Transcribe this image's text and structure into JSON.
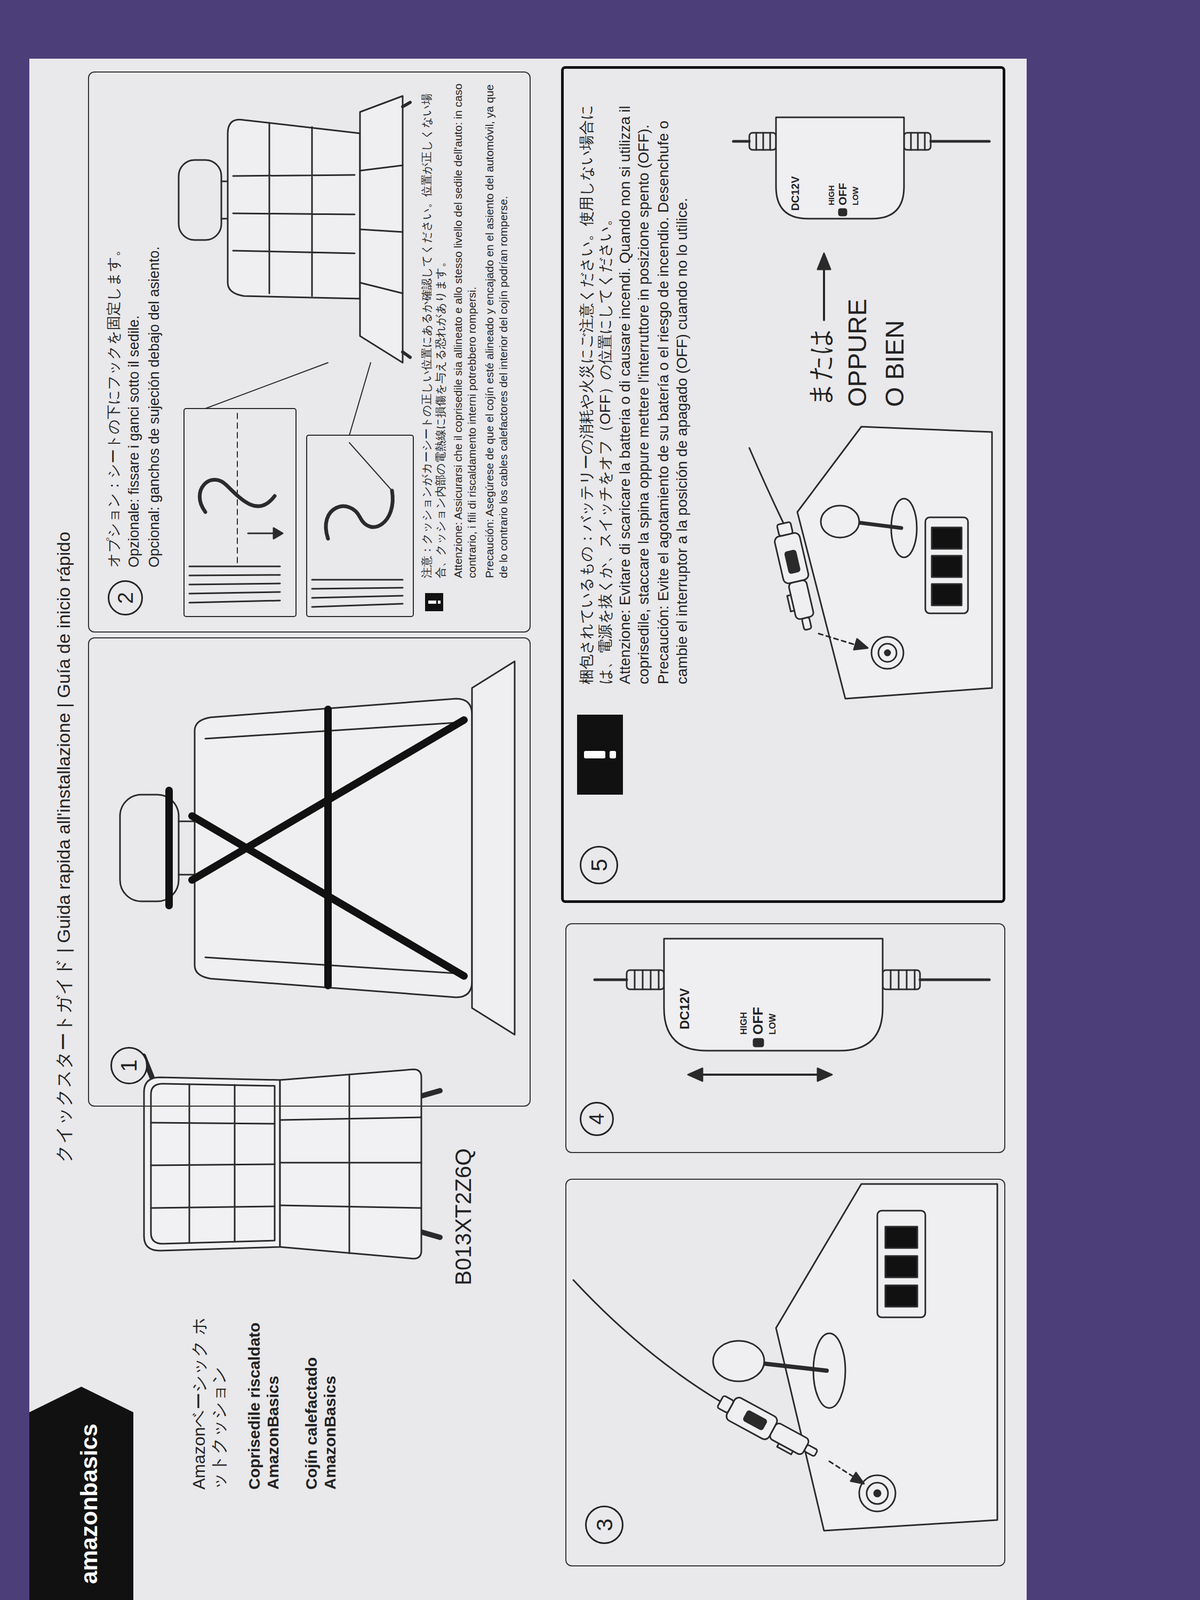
{
  "diagram": {
    "title": "クイックスタートガイド | Guida rapida all'installazione | Guía de inicio rápido",
    "nodes": [
      {
        "text": [
          "amazonbasics"
        ]
      },
      {
        "text": [
          "1"
        ]
      },
      {
        "text": [
          "2",
          "オプション：シートの下にフックを固定します。",
          "Opzionale: fissare i ganci sotto il sedile.",
          "Opcional: ganchos de sujeción debajo del asiento.",
          "注意：クッションがカーシートの正しい位置にあるか確認してください。位置が正しくない場合、クッション内部の電熱線に損傷を与える恐れがあります。",
          "Attenzione: Assicurarsi che il coprisedile sia allineato e allo stesso livello del sedile dell'auto: in caso contrario, i fili di riscaldamento interni potrebbero rompersi.",
          "Precaución: Asegúrese de que el cojín esté alineado y encajado en el asiento del automóvil, ya que de lo contrario los cables calefactores del interior del cojín podrían romperse."
        ]
      },
      {
        "text": [
          "3"
        ]
      },
      {
        "text": [
          "4"
        ]
      },
      {
        "text": [
          "5",
          "梱包されているもの：バッテリーの消耗や火災にご注意ください。使用しない場合には、電源を抜くか、スイッチをオフ（OFF）の位置にしてください。",
          "Attenzione: Evitare di scaricare la batteria o di causare incendi. Quando non si utilizza il coprisedile, staccare la spina oppure mettere l'interruttore in posizione spento (OFF).",
          "Precaución: Evite el agotamiento de su batería o el riesgo de incendio. Desenchufe o cambie el interruptor a la posición de apagado (OFF) cuando no lo utilice."
        ]
      }
    ],
    "labels": [
      "Amazonベーシック ホットクッション",
      "Coprisedile riscaldato AmazonBasics",
      "Cojín calefactado AmazonBasics",
      "B013XT2Z6Q",
      "DC12V",
      "HIGH",
      "OFF",
      "LOW",
      "DC12V",
      "HIGH",
      "OFF",
      "LOW",
      "または",
      "OPPURE",
      "O BIEN"
    ]
  }
}
